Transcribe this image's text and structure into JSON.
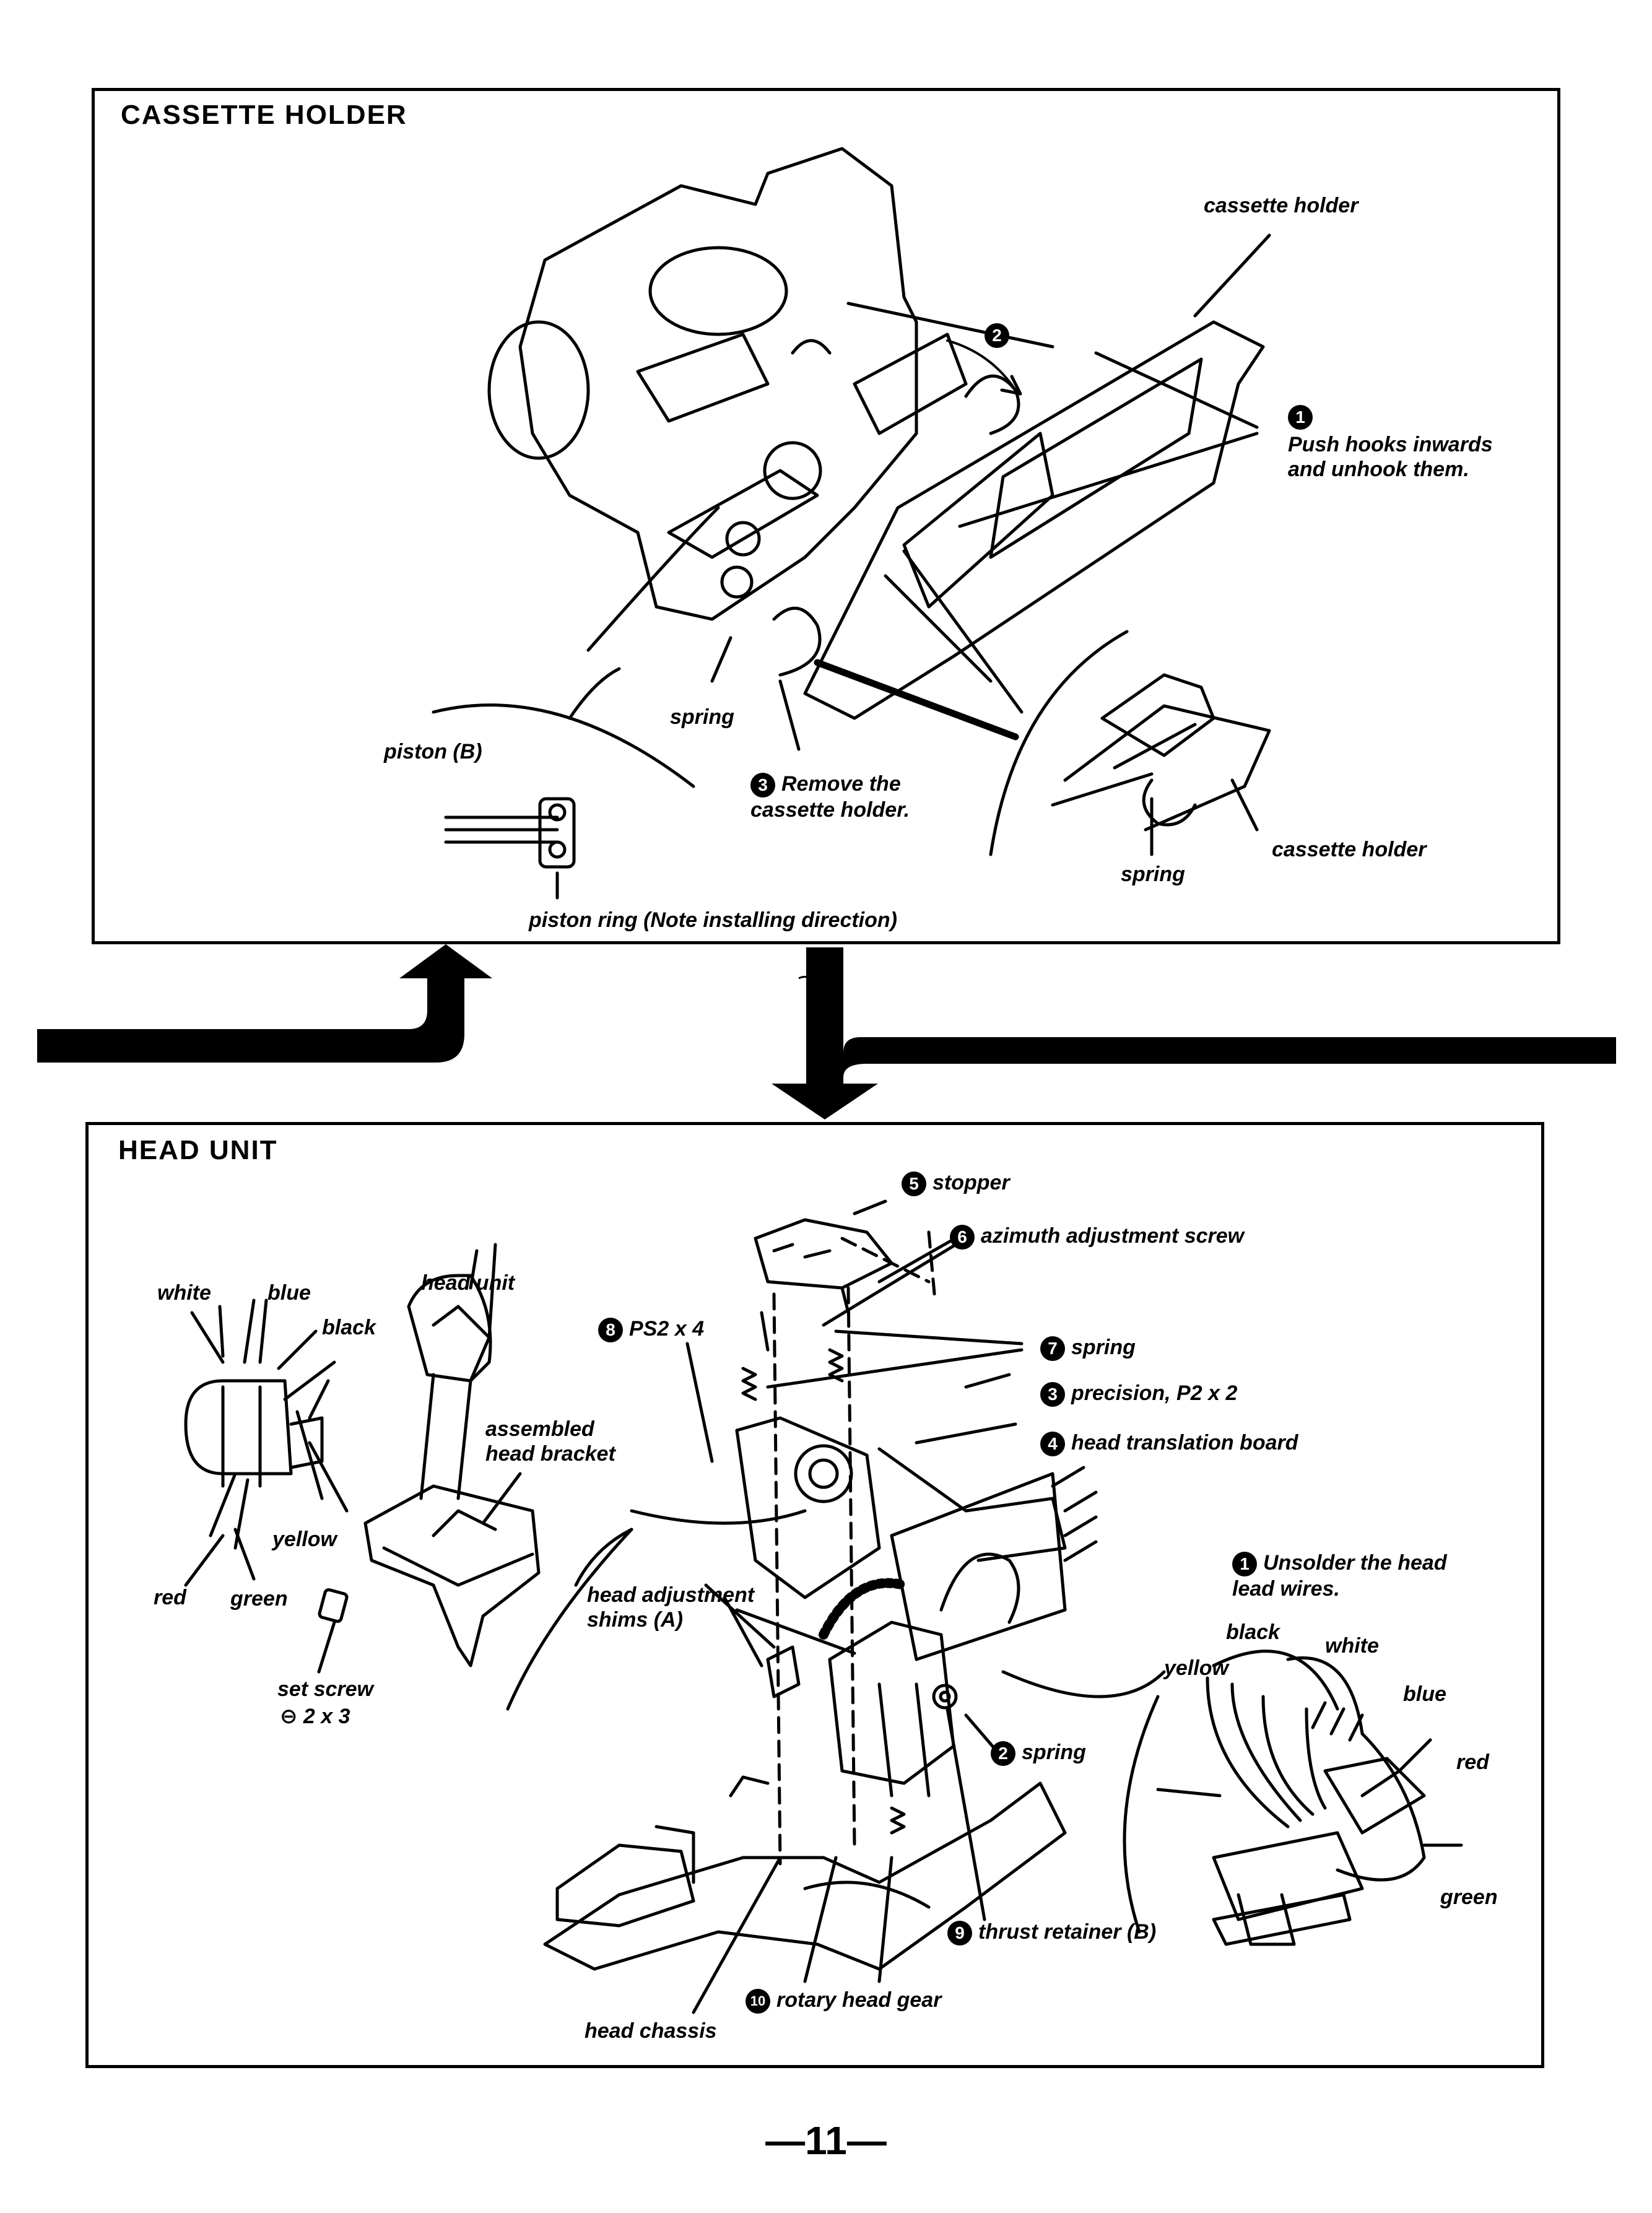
{
  "page_number": "—11—",
  "cassette_holder": {
    "title": "CASSETTE HOLDER",
    "labels": {
      "cassette_holder_top": "cassette holder",
      "step1_text": "Push hooks inwards and unhook them.",
      "step2": "2",
      "spring_center": "spring",
      "piston_b": "piston (B)",
      "step3_text": "Remove the cassette holder.",
      "piston_ring": "piston ring (Note installing direction)",
      "spring_right": "spring",
      "cassette_holder_bottom": "cassette holder"
    }
  },
  "head_unit": {
    "title": "HEAD UNIT",
    "labels": {
      "white": "white",
      "blue": "blue",
      "black": "black",
      "yellow": "yellow",
      "red": "red",
      "green": "green",
      "head_unit": "head unit",
      "assembled_head_bracket": "assembled head bracket",
      "set_screw": "set screw",
      "set_screw_size": "⊖ 2 x 3",
      "stopper": "stopper",
      "azimuth": "azimuth adjustment screw",
      "ps2x4": "PS2 x 4",
      "spring7": "spring",
      "precision": "precision, P2 x 2",
      "head_translation_board": "head translation board",
      "shims": "head adjustment shims (A)",
      "unsolder": "Unsolder the head lead wires.",
      "r_black": "black",
      "r_white": "white",
      "r_yellow": "yellow",
      "r_blue": "blue",
      "r_red": "red",
      "r_green": "green",
      "spring2": "spring",
      "thrust_retainer": "thrust retainer (B)",
      "rotary_head_gear": "rotary head gear",
      "head_chassis": "head chassis"
    },
    "step_numbers": [
      "1",
      "2",
      "3",
      "4",
      "5",
      "6",
      "7",
      "8",
      "9",
      "10"
    ]
  }
}
